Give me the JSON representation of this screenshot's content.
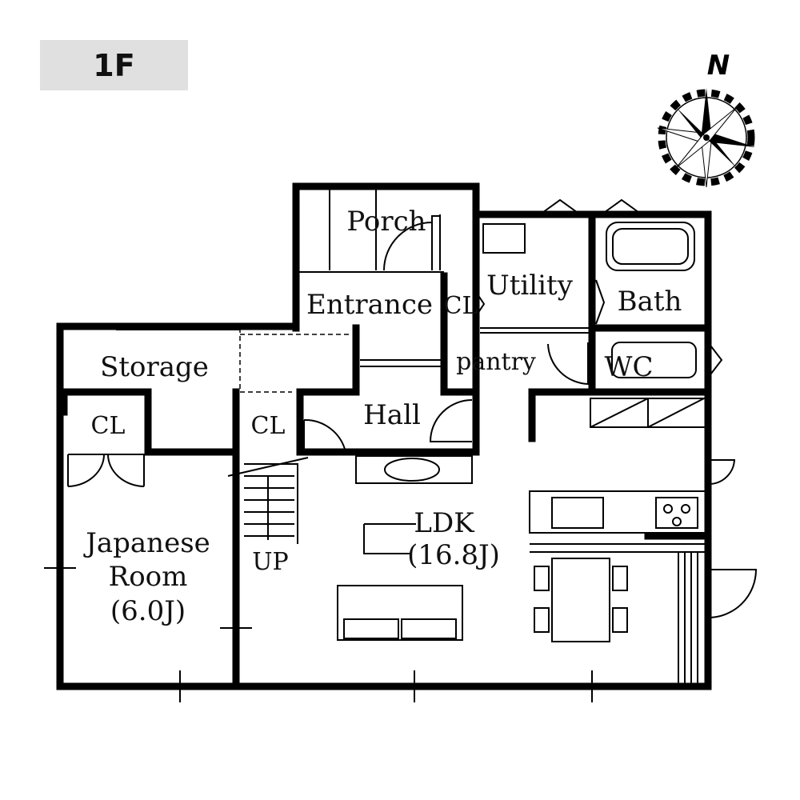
{
  "floor_label": "1F",
  "compass": {
    "north_label": "N"
  },
  "rooms": {
    "porch": "Porch",
    "entrance": "Entrance",
    "utility": "Utility",
    "bath": "Bath",
    "cl_utility": "CL",
    "pantry": "pantry",
    "wc": "WC",
    "storage": "Storage",
    "cl_left": "CL",
    "cl_stair": "CL",
    "hall": "Hall",
    "ldk_name": "LDK",
    "ldk_size": "(16.8J)",
    "japanese_name_1": "Japanese",
    "japanese_name_2": "Room",
    "japanese_size": "(6.0J)",
    "stairs_up": "UP"
  }
}
